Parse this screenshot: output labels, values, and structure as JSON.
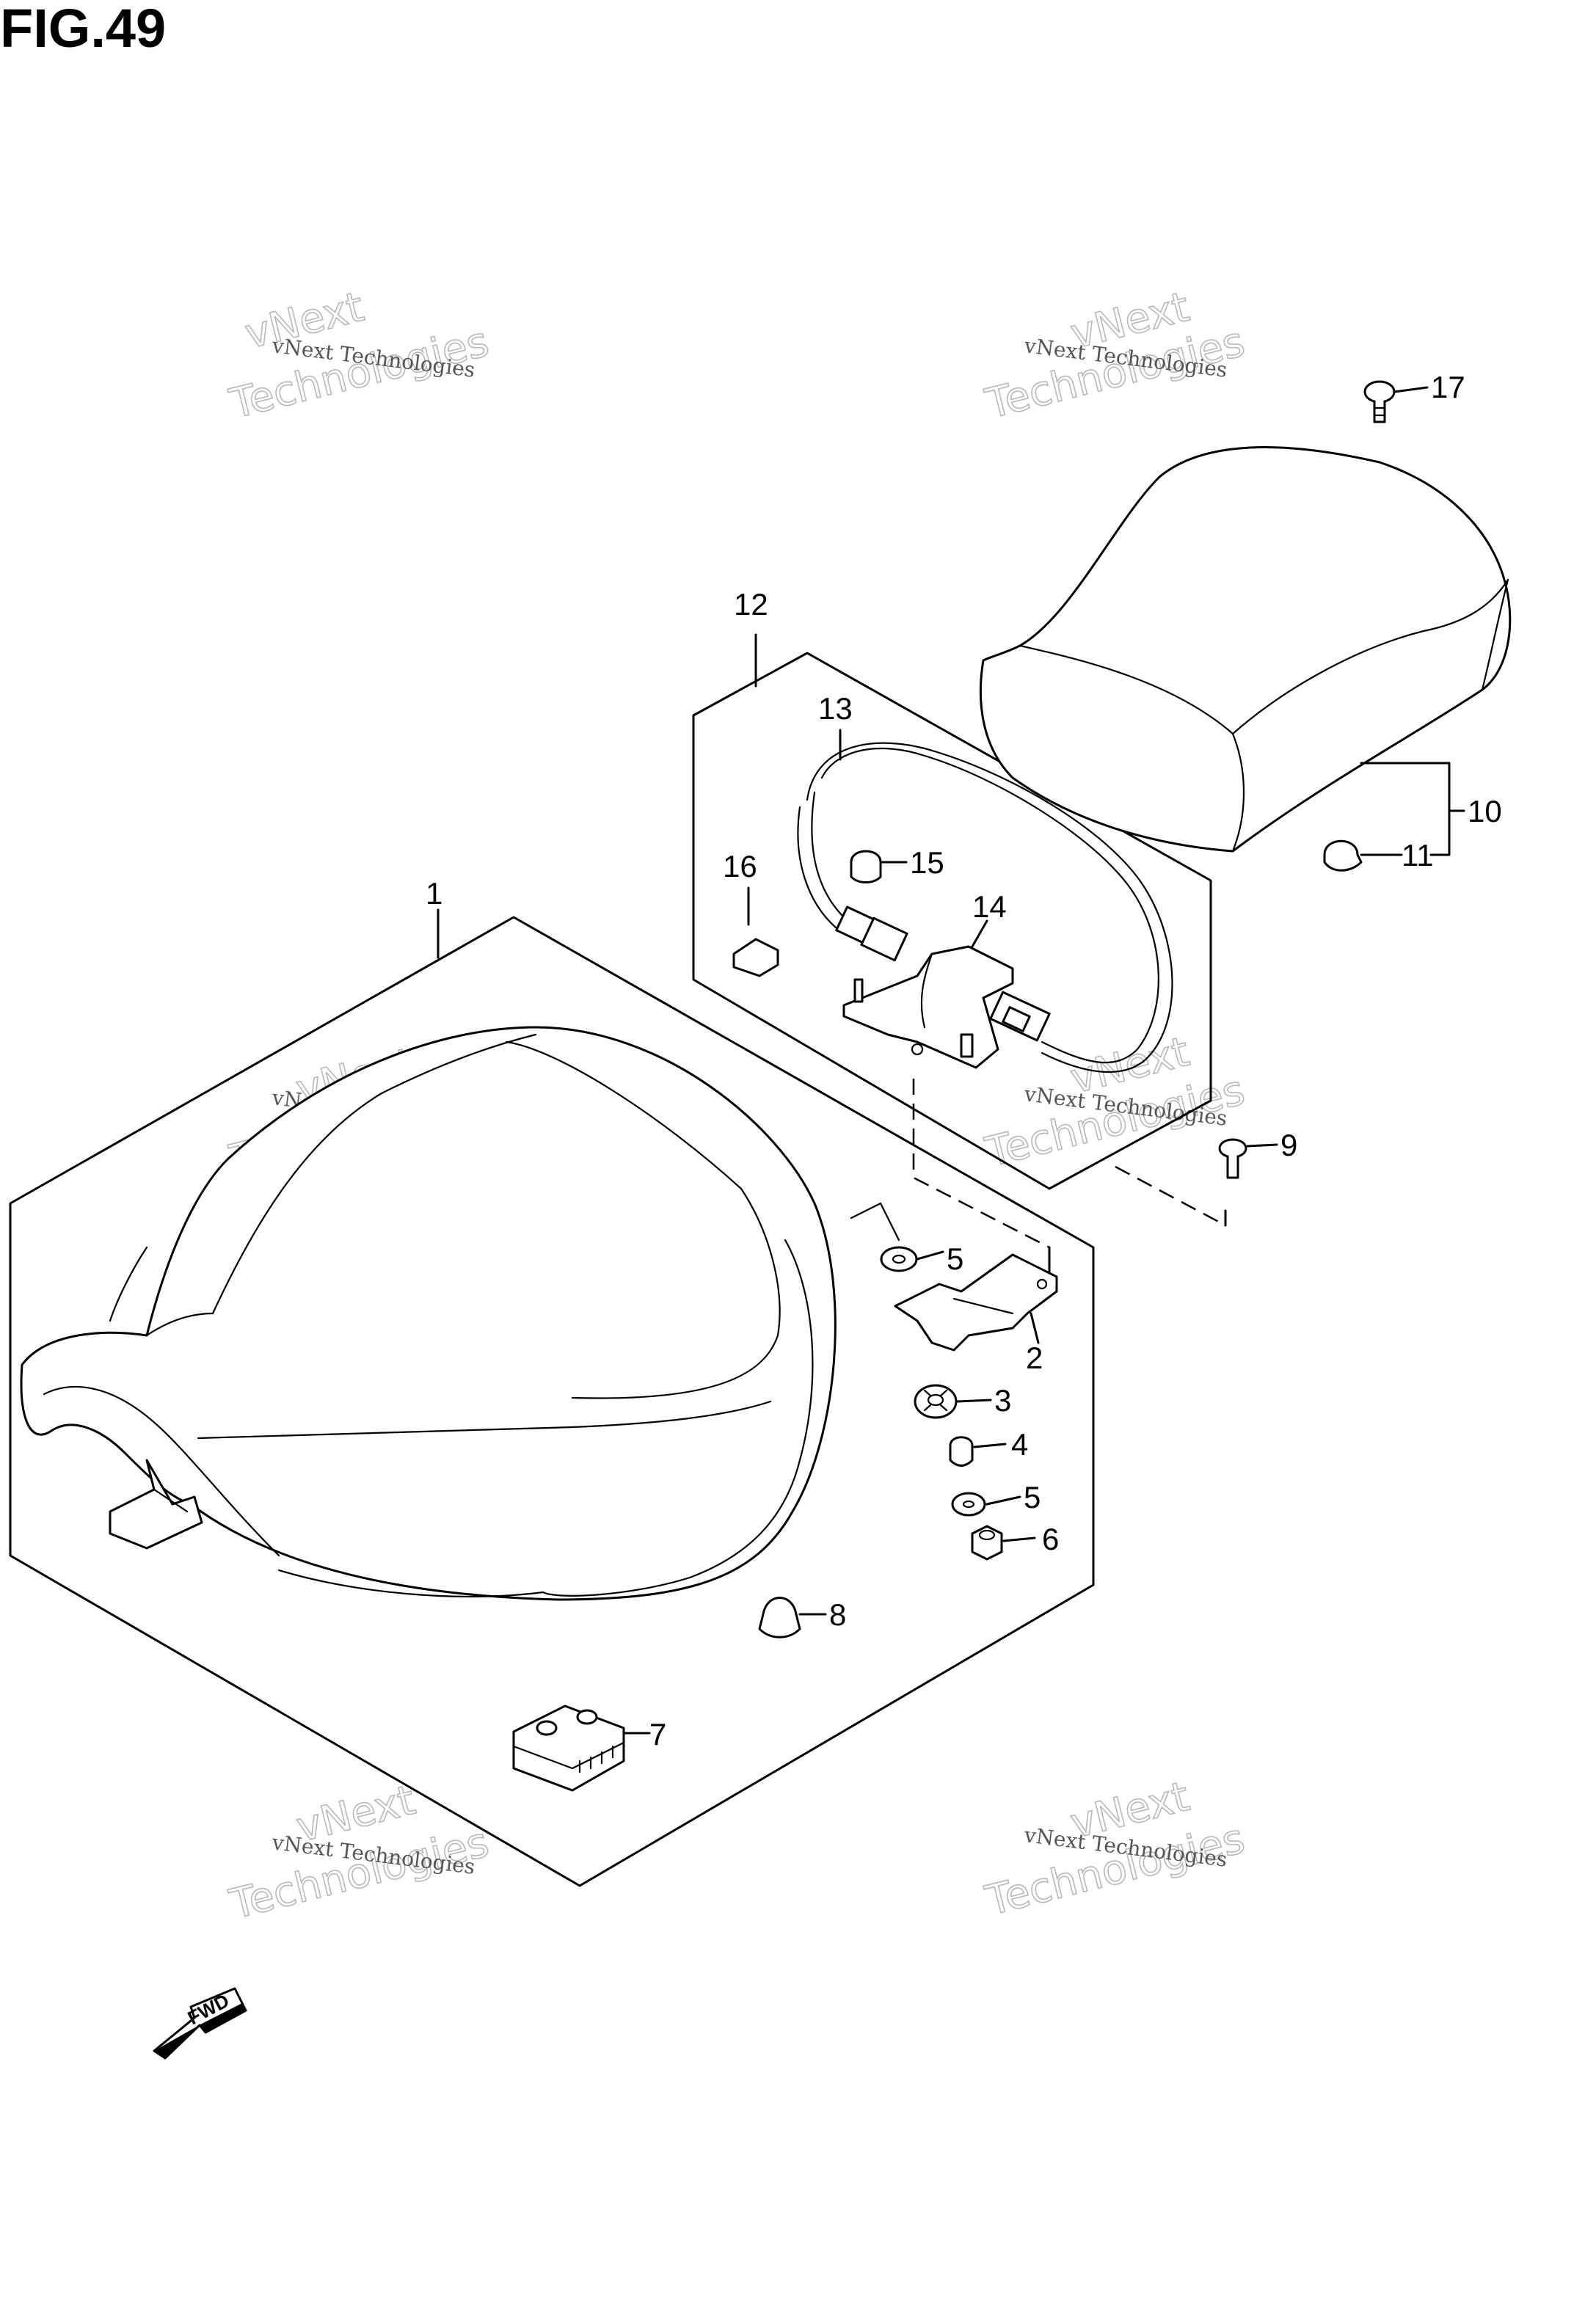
{
  "figure": {
    "title": "FIG.49"
  },
  "callouts": {
    "c1": "1",
    "c2": "2",
    "c3": "3",
    "c4": "4",
    "c5a": "5",
    "c5b": "5",
    "c6": "6",
    "c7": "7",
    "c8": "8",
    "c9": "9",
    "c10": "10",
    "c11": "11",
    "c12": "12",
    "c13": "13",
    "c14": "14",
    "c15": "15",
    "c16": "16",
    "c17": "17"
  },
  "watermarks": {
    "company_line": "vNext Technologies",
    "brand_top": "vNext",
    "brand_bottom": "Technologies"
  },
  "direction_marker": {
    "label": "FWD"
  }
}
